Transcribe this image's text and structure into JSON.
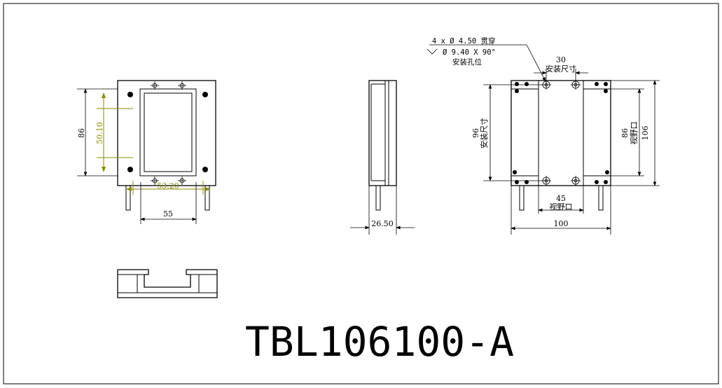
{
  "title": "TBL106100-A",
  "front_view": {
    "height": "86",
    "inner_height": "50.10",
    "inner_width": "53.20",
    "width": "55"
  },
  "side_view": {
    "depth": "26.50"
  },
  "right_view": {
    "mount_spacing": "30",
    "mount_label": "安装尺寸",
    "mount_height": "96",
    "mount_height_label": "安装尺寸",
    "view_width": "45",
    "view_width_label": "视野口",
    "view_height": "86",
    "view_height_label": "视野口",
    "overall_height": "106",
    "overall_width": "100"
  },
  "hole_note": {
    "line1": "4 x Ø 4.50 贯穿",
    "line2": "Ø 9.40 X 90°",
    "line3": "安装孔位"
  }
}
